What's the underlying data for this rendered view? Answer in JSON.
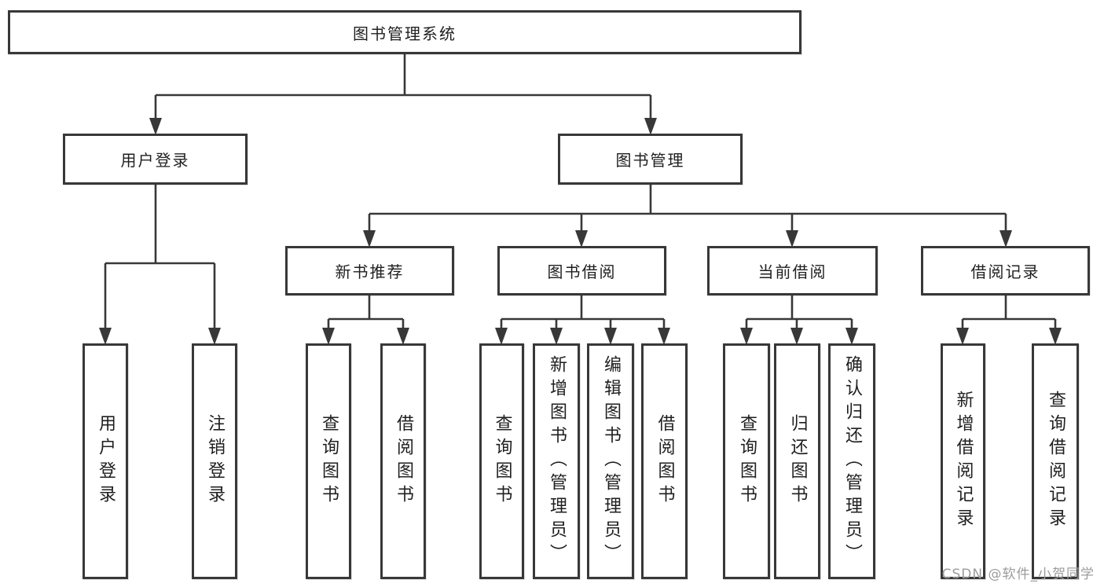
{
  "diagram": {
    "root": {
      "label": "图书管理系统"
    },
    "level2": [
      {
        "id": "user-login",
        "label": "用户登录"
      },
      {
        "id": "book-management",
        "label": "图书管理"
      }
    ],
    "level3": [
      {
        "id": "new-book-recommend",
        "label": "新书推荐",
        "parent": "图书管理"
      },
      {
        "id": "book-borrowing",
        "label": "图书借阅",
        "parent": "图书管理"
      },
      {
        "id": "current-borrowing",
        "label": "当前借阅",
        "parent": "图书管理"
      },
      {
        "id": "borrowing-records",
        "label": "借阅记录",
        "parent": "图书管理"
      }
    ],
    "leaves": [
      {
        "id": "user-login-leaf",
        "label": "用户登录",
        "parent": "用户登录"
      },
      {
        "id": "logout",
        "label": "注销登录",
        "parent": "用户登录"
      },
      {
        "id": "query-books-1",
        "label": "查询图书",
        "parent": "新书推荐"
      },
      {
        "id": "borrow-books-1",
        "label": "借阅图书",
        "parent": "新书推荐"
      },
      {
        "id": "query-books-2",
        "label": "查询图书",
        "parent": "图书借阅"
      },
      {
        "id": "add-books-admin",
        "label": "新增图书（管理员）",
        "parent": "图书借阅"
      },
      {
        "id": "edit-books-admin",
        "label": "编辑图书（管理员）",
        "parent": "图书借阅"
      },
      {
        "id": "borrow-books-2",
        "label": "借阅图书",
        "parent": "图书借阅"
      },
      {
        "id": "query-books-3",
        "label": "查询图书",
        "parent": "当前借阅"
      },
      {
        "id": "return-books",
        "label": "归还图书",
        "parent": "当前借阅"
      },
      {
        "id": "confirm-return-admin",
        "label": "确认归还（管理员）",
        "parent": "当前借阅"
      },
      {
        "id": "add-borrow-record",
        "label": "新增借阅记录",
        "parent": "借阅记录"
      },
      {
        "id": "query-borrow-record",
        "label": "查询借阅记录",
        "parent": "借阅记录"
      }
    ]
  },
  "watermark": {
    "text": "CSDN @软件_小贺同学",
    "color": "#9c9c9c"
  },
  "colors": {
    "line": "#383838",
    "box_border": "#383838",
    "box_fill": "#ffffff",
    "text": "#1f1f1f",
    "background": "#ffffff"
  }
}
